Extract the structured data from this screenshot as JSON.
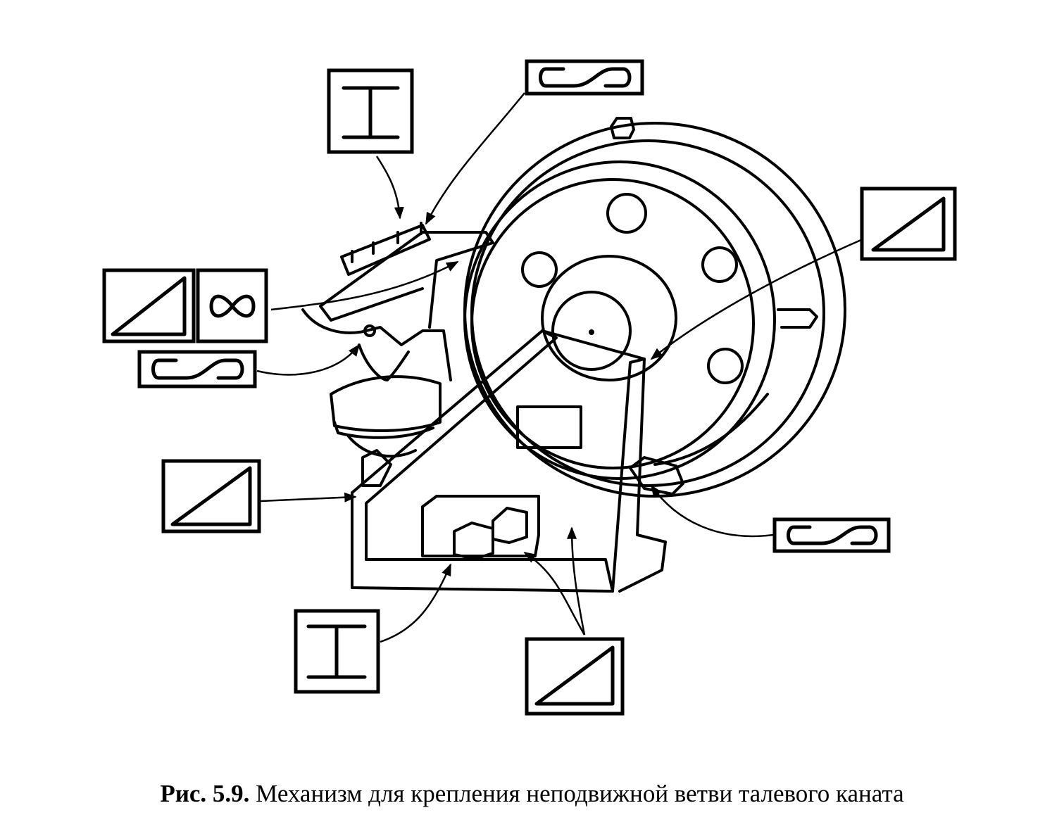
{
  "figure": {
    "caption_label": "Рис. 5.9.",
    "caption_text": "Механизм для крепления неподвижной ветви талевого каната"
  },
  "symbols": [
    {
      "id": "i-beam-top",
      "icon": "i-beam-icon"
    },
    {
      "id": "s-curve-top",
      "icon": "s-curve-icon"
    },
    {
      "id": "triangle-right",
      "icon": "triangle-icon"
    },
    {
      "id": "triangle-left",
      "icon": "triangle-icon"
    },
    {
      "id": "infinity-left",
      "icon": "infinity-icon"
    },
    {
      "id": "s-curve-left",
      "icon": "s-curve-icon"
    },
    {
      "id": "triangle-lower-left",
      "icon": "triangle-icon"
    },
    {
      "id": "s-curve-lower-right",
      "icon": "s-curve-icon"
    },
    {
      "id": "i-beam-bottom",
      "icon": "i-beam-icon"
    },
    {
      "id": "triangle-bottom",
      "icon": "triangle-icon"
    }
  ]
}
